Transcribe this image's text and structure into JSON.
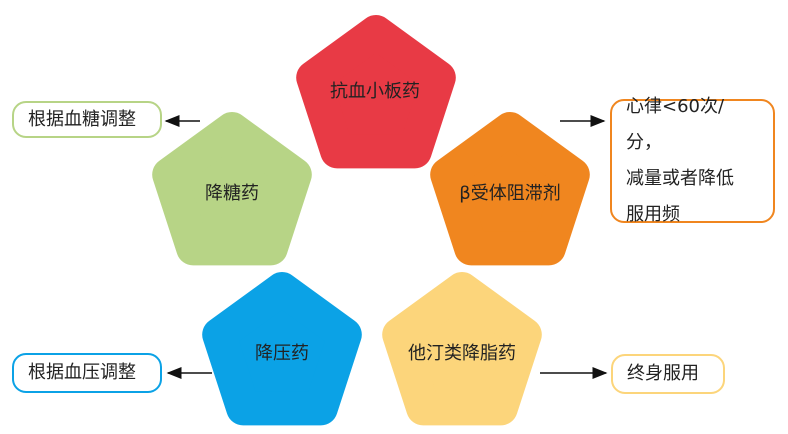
{
  "colors": {
    "red": "#e83a45",
    "green": "#b7d486",
    "orange": "#f0861f",
    "blue": "#0ba2e6",
    "yellow": "#fcd57b",
    "arrow": "#111111"
  },
  "nodes": {
    "antiplatelet": "抗血小板药",
    "hypoglycemic": "降糖药",
    "beta_blocker": "β受体阻滞剂",
    "antihypertensive": "降压药",
    "statin": "他汀类降脂药"
  },
  "notes": {
    "glucose": "根据血糖调整",
    "beta_lines": [
      "心律<60次/分，",
      "减量或者降低",
      "服用频"
    ],
    "pressure": "根据血压调整",
    "statin": "终身服用"
  }
}
